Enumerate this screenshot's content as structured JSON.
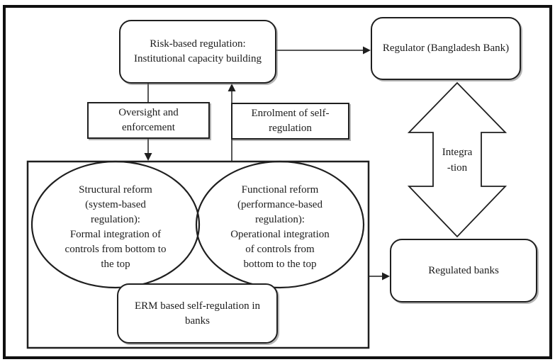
{
  "boxes": {
    "risk": "Risk-based regulation:\nInstitutional capacity building",
    "regulator": "Regulator (Bangladesh Bank)",
    "oversight": "Oversight and\nenforcement",
    "enrolment": "Enrolment of self-\nregulation",
    "erm": "ERM based self-regulation in\nbanks",
    "regulated_banks": "Regulated banks"
  },
  "ellipses": {
    "structural": "Structural reform\n(system-based\nregulation):\nFormal integration of\ncontrols from bottom to\nthe top",
    "functional": "Functional reform\n(performance-based\nregulation):\nOperational integration\nof controls from\nbottom to the top"
  },
  "labels": {
    "integration": "Integra\n-tion"
  },
  "colors": {
    "stroke": "#1f1f1f",
    "background": "#ffffff"
  }
}
